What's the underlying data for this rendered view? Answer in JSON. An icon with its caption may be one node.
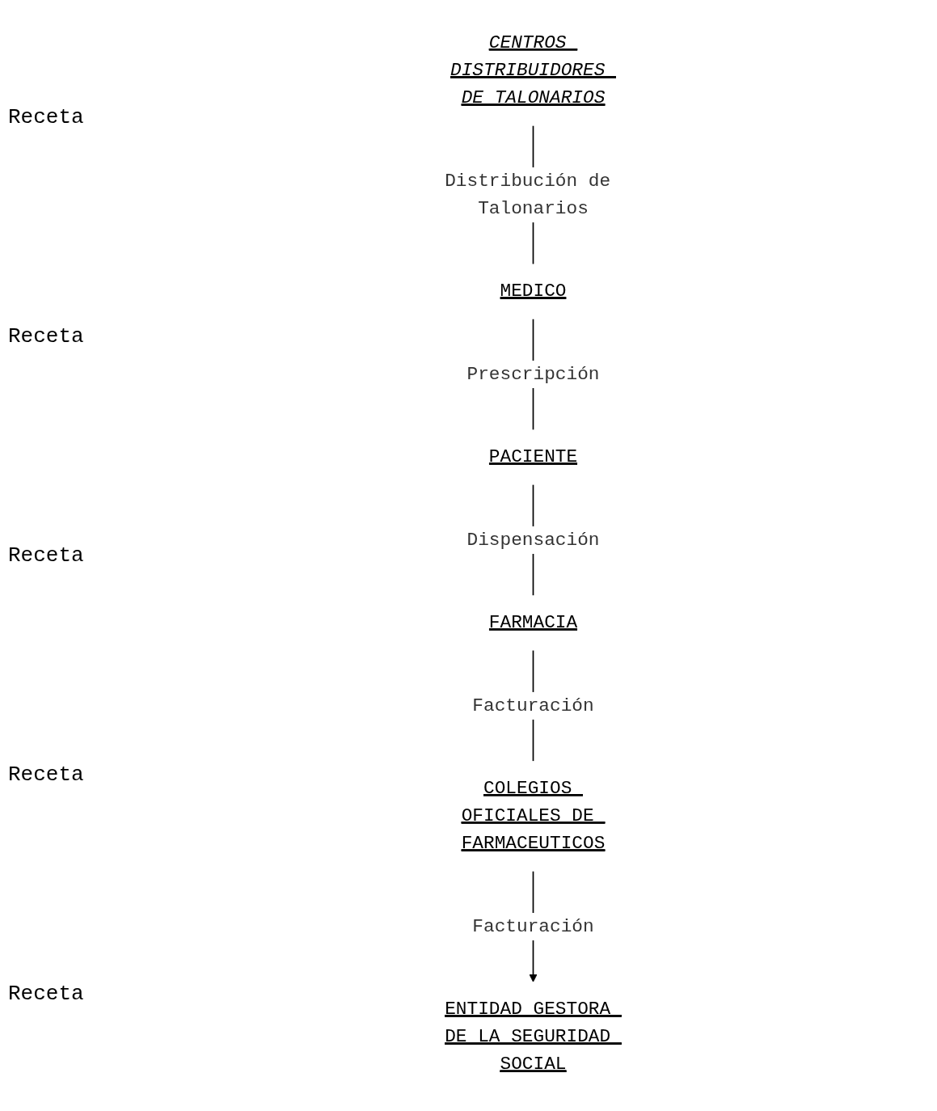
{
  "diagram": {
    "nodes": [
      {
        "text": [
          "CENTROS DISTRIBUIDORES DE TALONARIOS"
        ]
      },
      {
        "text": [
          "MEDICO"
        ]
      },
      {
        "text": [
          "PACIENTE"
        ]
      },
      {
        "text": [
          "FARMACIA"
        ]
      },
      {
        "text": [
          "COLEGIOS OFICIALES DE FARMACEUTICOS"
        ]
      },
      {
        "text": [
          "ENTIDAD GESTORA DE LA SEGURIDAD SOCIAL"
        ]
      }
    ],
    "edges": [
      {
        "from": 0,
        "to": 1,
        "arrow": "none",
        "label": "Distribución de Talonarios"
      },
      {
        "from": 1,
        "to": 2,
        "arrow": "none",
        "label": "Prescripción"
      },
      {
        "from": 2,
        "to": 3,
        "arrow": "none",
        "label": "Dispensación"
      },
      {
        "from": 3,
        "to": 4,
        "arrow": "none",
        "label": "Facturación"
      },
      {
        "from": 4,
        "to": 5,
        "arrow": "to",
        "label": "Facturación"
      }
    ],
    "labels": [
      "Receta",
      "Receta",
      "Receta",
      "Receta",
      "Receta"
    ]
  }
}
